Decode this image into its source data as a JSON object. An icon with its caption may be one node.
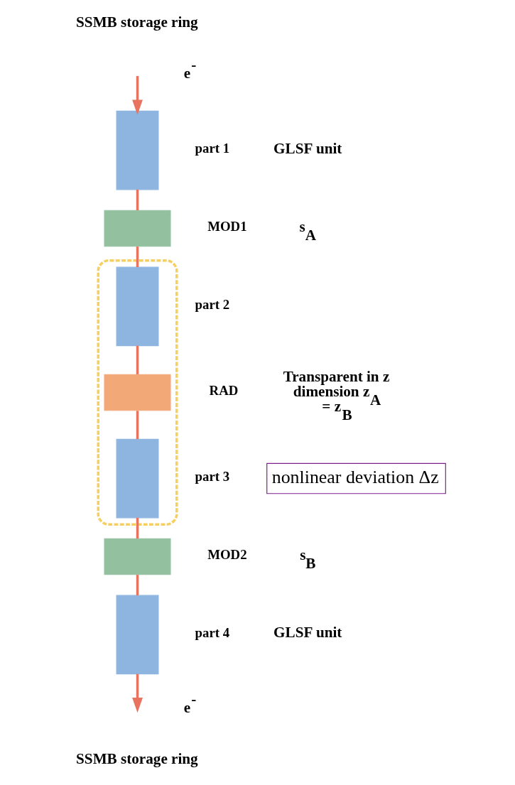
{
  "diagram": {
    "nodes": [
      {
        "text": [],
        "shape": "box",
        "beside": [
          "part 1"
        ]
      },
      {
        "text": [],
        "shape": "box",
        "beside": [
          "MOD1"
        ]
      },
      {
        "text": [],
        "shape": "box"
      },
      {
        "text": [],
        "shape": "box",
        "in": 2,
        "beside": [
          "part 2"
        ]
      },
      {
        "text": [],
        "shape": "box",
        "in": 2,
        "beside": [
          "RAD"
        ]
      },
      {
        "text": [],
        "shape": "box",
        "in": 2,
        "beside": [
          "part 3"
        ]
      },
      {
        "text": [],
        "shape": "box",
        "beside": [
          "MOD2"
        ]
      },
      {
        "text": [],
        "shape": "box",
        "beside": [
          "part 4"
        ]
      },
      {
        "text": [
          "nonlinear deviation Δz"
        ]
      }
    ],
    "edges": [
      {
        "from": null,
        "to": 0,
        "arrow": "to"
      },
      {
        "from": 0,
        "to": 1,
        "arrow": "none"
      },
      {
        "from": 1,
        "to": 3,
        "arrow": "none"
      },
      {
        "from": 3,
        "to": 4,
        "arrow": "none"
      },
      {
        "from": 4,
        "to": 5,
        "arrow": "none"
      },
      {
        "from": 5,
        "to": 6,
        "arrow": "none"
      },
      {
        "from": 6,
        "to": 7,
        "arrow": "none"
      },
      {
        "from": 7,
        "to": null,
        "arrow": "to"
      }
    ],
    "labels": [
      "SSMB storage ring",
      "e$^{-}$",
      "GLSF unit",
      "s$_{A}$",
      "Transparent in z dimension z$_{A}$ = z$_{B}$",
      "s$_{B}$",
      "GLSF unit",
      "e$^{-}$",
      "SSMB storage ring"
    ]
  }
}
